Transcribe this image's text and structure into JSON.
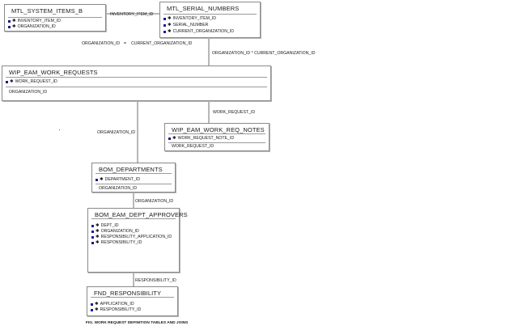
{
  "entities": {
    "mtl_system_items_b": {
      "title": "MTL_SYSTEM_ITEMS_B",
      "attrs": [
        "INVENTORY_ITEM_ID",
        "ORGANIZATION_ID"
      ]
    },
    "mtl_serial_numbers": {
      "title": "MTL_SERIAL_NUMBERS",
      "attrs": [
        "INVENTORY_ITEM_ID",
        "SERIAL_NUMBER",
        "CURRENT_ORGANIZATION_ID"
      ]
    },
    "wip_eam_work_requests": {
      "title": "WIP_EAM_WORK_REQUESTS",
      "attrs": [
        "WORK_REQUEST_ID"
      ],
      "plain": [
        "ORGANIZATION_ID"
      ]
    },
    "wip_eam_work_req_notes": {
      "title": "WIP_EAM_WORK_REQ_NOTES",
      "attrs": [
        "WORK_REQUEST_NOTE_ID"
      ],
      "plain": [
        "WORK_REQUEST_ID"
      ]
    },
    "bom_departments": {
      "title": "BOM_DEPARTMENTS",
      "attrs": [
        "DEPARTMENT_ID"
      ],
      "plain": [
        "ORGANIZATION_ID"
      ]
    },
    "bom_eam_dept_approvers": {
      "title": "BOM_EAM_DEPT_APPROVERS",
      "attrs": [
        "DEPT_ID",
        "ORGANIZATION_ID",
        "RESPONSIBILITY_APPLICATION_ID",
        "RESPONSIBILITY_ID"
      ]
    },
    "fnd_responsibility": {
      "title": "FND_RESPONSIBILITY",
      "attrs": [
        "APPLICATION_ID",
        "RESPONSIBILITY_ID"
      ]
    }
  },
  "relationships": {
    "items_to_serials": "INVENTORY_ITEM_ID",
    "org_join_left": "ORGANIZATION_ID",
    "org_join_eq": "=",
    "org_join_right": "CURRENT_ORGANIZATION_ID",
    "serials_to_requests": "ORGANIZATION_ID  *  CURRENT_ORGANIZATION_ID",
    "requests_to_notes": "WORK_REQUEST_ID",
    "requests_to_departments": "ORGANIZATION_ID",
    "departments_to_approvers": "ORGANIZATION_ID",
    "approvers_to_responsibility": "RESPONSIBILITY_ID"
  },
  "caption": "FIG. WORK REQUEST DEFINITION TABLES AND JOINS",
  "colors": {
    "line": "#6f6f6f",
    "border": "#8a8a8a",
    "key_marker": "#1a1a8a"
  }
}
